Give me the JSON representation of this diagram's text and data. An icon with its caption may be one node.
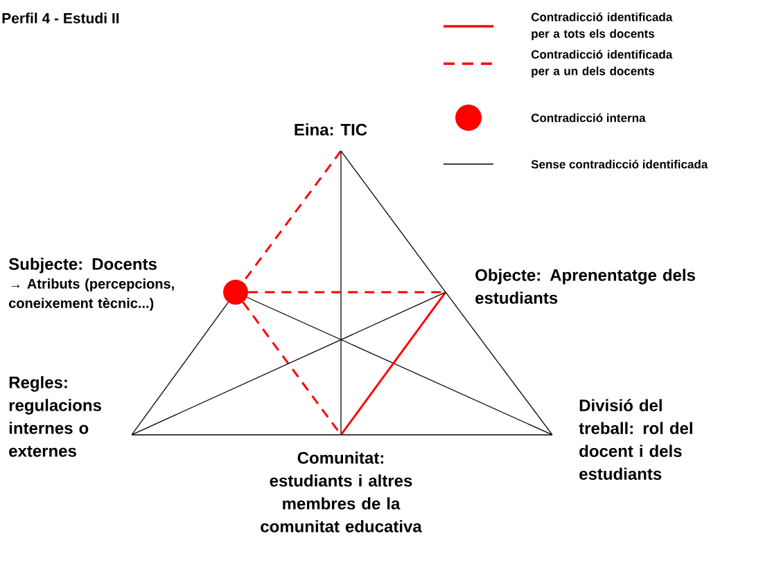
{
  "diagram": {
    "title": "Perfil 4 - Estudi II",
    "nodes": [
      {
        "text": [
          "Eina: TIC"
        ]
      },
      {
        "text": [
          "Subjecte:  Docents",
          "→ Atributs (percepcions, coneixement tècnic...)"
        ]
      },
      {
        "text": [
          "Objecte:  Aprenentatge dels estudiants"
        ]
      },
      {
        "text": [
          "Regles: regulacions internes o externes"
        ]
      },
      {
        "text": [
          "Comunitat: estudiants i altres membres de la comunitat educativa"
        ]
      },
      {
        "text": [
          "Divisió del treball:  rol del docent i dels estudiants"
        ]
      }
    ],
    "edges": [
      {
        "from": 0,
        "to": 1,
        "arrow": "none",
        "style": "dashed",
        "color": "#ff0000"
      },
      {
        "from": 0,
        "to": 2,
        "arrow": "none"
      },
      {
        "from": 0,
        "to": 4,
        "arrow": "none"
      },
      {
        "from": 1,
        "to": 2,
        "arrow": "none",
        "style": "dashed",
        "color": "#ff0000"
      },
      {
        "from": 1,
        "to": 3,
        "arrow": "none"
      },
      {
        "from": 1,
        "to": 4,
        "arrow": "none",
        "style": "dashed",
        "color": "#ff0000"
      },
      {
        "from": 1,
        "to": 5,
        "arrow": "none"
      },
      {
        "from": 2,
        "to": 4,
        "arrow": "none",
        "style": "thick",
        "color": "#ff0000"
      },
      {
        "from": 2,
        "to": 5,
        "arrow": "none"
      },
      {
        "from": 3,
        "to": 2,
        "arrow": "none"
      },
      {
        "from": 3,
        "to": 4,
        "arrow": "none"
      },
      {
        "from": 4,
        "to": 5,
        "arrow": "none"
      }
    ],
    "legend": [
      {
        "text": "Contradicció identificada per a tots els docents"
      },
      {
        "text": "Contradicció identificada per a un dels docents"
      },
      {
        "text": "Contradicció interna"
      },
      {
        "text": "Sense contradicció identificada"
      }
    ]
  }
}
